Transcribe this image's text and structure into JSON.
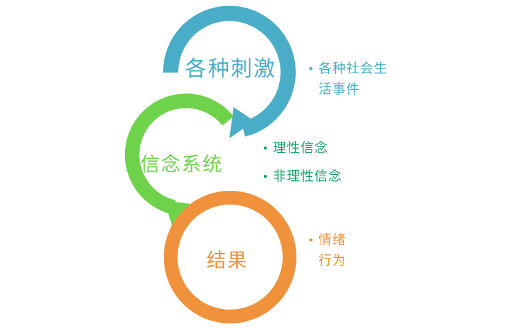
{
  "diagram": {
    "type": "cycle",
    "stages": [
      {
        "id": "stimulus",
        "label": "各种刺激",
        "color": "#4aadc8",
        "bullets": [
          {
            "dot": "•",
            "lines": [
              "各种社会生",
              "活事件"
            ]
          }
        ]
      },
      {
        "id": "belief",
        "label": "信念系统",
        "color": "#6ed34a",
        "bullet_color": "#1aa06a",
        "bullets": [
          {
            "dot": "•",
            "lines": [
              "理性信念"
            ]
          },
          {
            "dot": "•",
            "lines": [
              "非理性信念"
            ]
          }
        ]
      },
      {
        "id": "result",
        "label": "结果",
        "color": "#f0923c",
        "bullets": [
          {
            "dot": "•",
            "lines": [
              "情绪",
              "行为"
            ]
          }
        ]
      }
    ],
    "icons": {
      "top_arc": "blue-curved-arrow-icon",
      "middle_arc": "green-curved-arrow-icon",
      "bottom_arc": "orange-open-circle-icon"
    }
  }
}
